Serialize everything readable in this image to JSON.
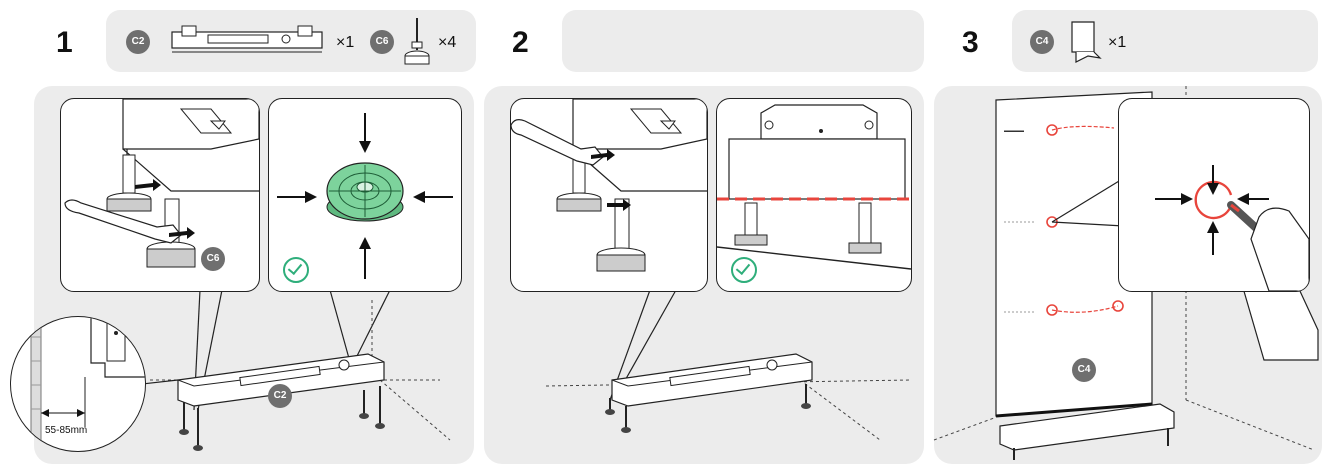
{
  "steps": [
    {
      "number": "1",
      "parts": [
        {
          "code": "C2",
          "qty": "×1"
        },
        {
          "code": "C6",
          "qty": "×4"
        }
      ],
      "callout_badge": "C6",
      "base_badge": "C2",
      "dimension": "55-85mm"
    },
    {
      "number": "2",
      "parts": []
    },
    {
      "number": "3",
      "parts": [
        {
          "code": "C4",
          "qty": "×1"
        }
      ],
      "board_badge": "C4"
    }
  ],
  "colors": {
    "panel": "#ececec",
    "badge": "#6f6f6f",
    "level_green": "#62c98b",
    "mark_red": "#e8453c",
    "check": "#2fae7b"
  }
}
